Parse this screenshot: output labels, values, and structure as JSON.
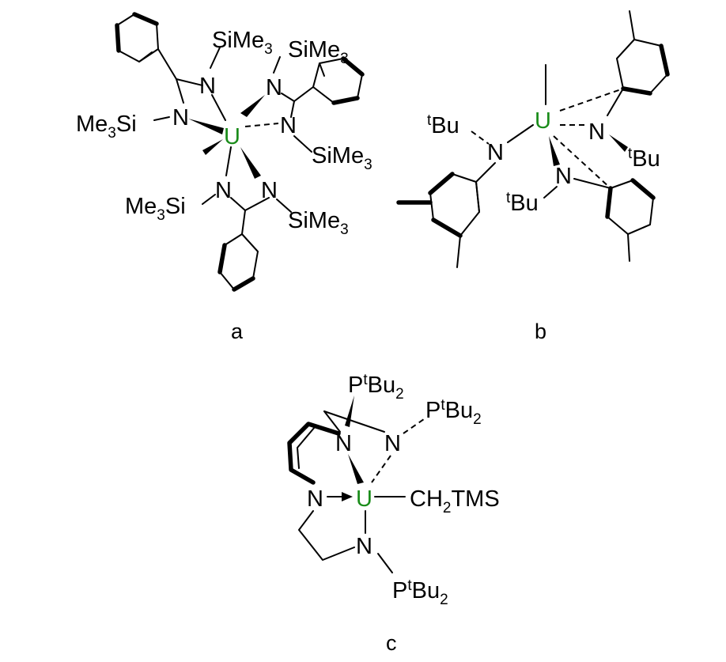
{
  "colors": {
    "uranium": "#1a8c1a",
    "ink": "#000000",
    "background": "#ffffff"
  },
  "figure_a": {
    "caption": "a",
    "metal": "U",
    "labels": {
      "tl_si": "SiMe",
      "tl_si_sub": "3",
      "tr_si": "SiMe",
      "tr_si_sub": "3",
      "left_si_pre": "Me",
      "left_si_sub": "3",
      "left_si_post": "Si",
      "right_si": "SiMe",
      "right_si_sub": "3",
      "bl_si_pre": "Me",
      "bl_si_sub": "3",
      "bl_si_post": "Si",
      "br_si": "SiMe",
      "br_si_sub": "3",
      "n": "N"
    }
  },
  "figure_b": {
    "caption": "b",
    "metal": "U",
    "labels": {
      "tbu_sup": "t",
      "tbu": "Bu",
      "n": "N"
    }
  },
  "figure_c": {
    "caption": "c",
    "metal": "U",
    "labels": {
      "p": "P",
      "p_sup": "t",
      "p_bu": "Bu",
      "p_sub": "2",
      "ch2": "CH",
      "ch2_sub": "2",
      "tms": "TMS",
      "n": "N"
    }
  }
}
